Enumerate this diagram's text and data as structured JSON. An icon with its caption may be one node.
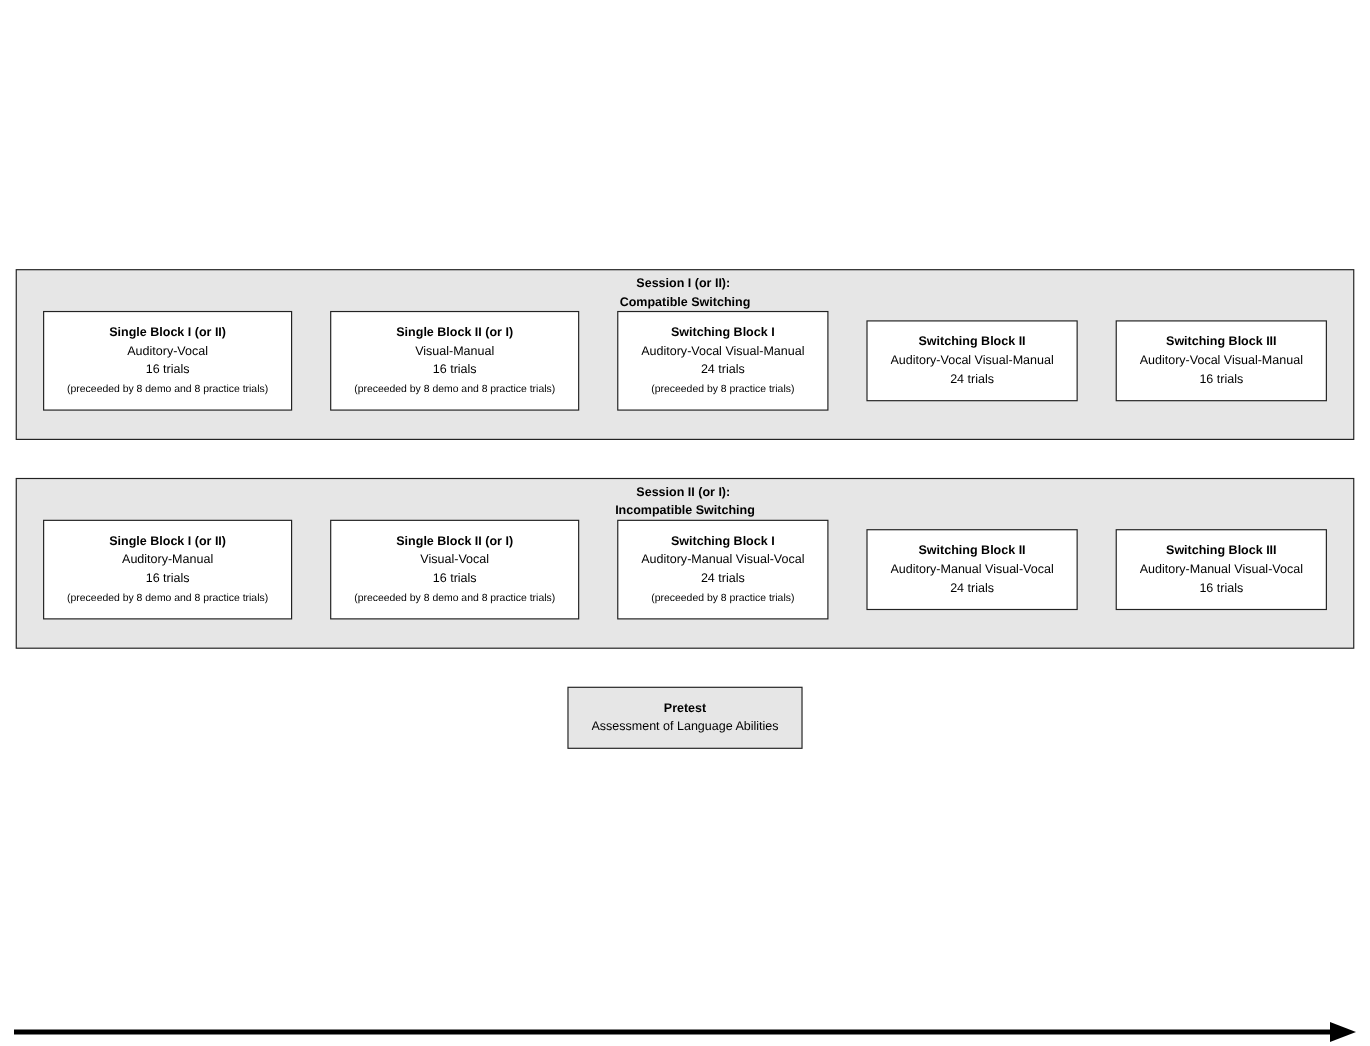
{
  "diagram": {
    "nodes": [
      {
        "text": [
          "Pretest",
          "Assessment of Language Abilities"
        ]
      },
      {
        "text": [
          "Session I (or II): Compatible Switching"
        ]
      },
      {
        "text": [
          "Single Block I (or II)",
          "Auditory-Vocal",
          "16 trials",
          "(preceeded by 8 demo and 8 practice trials)"
        ],
        "in": 1
      },
      {
        "text": [
          "Single Block II (or I)",
          "Visual-Manual",
          "16 trials",
          "(preceeded by 8 demo and 8 practice trials)"
        ],
        "in": 1
      },
      {
        "text": [
          "Switching Block I",
          "Auditory-Vocal Visual-Manual",
          "24 trials",
          "(preceeded by 8 practice trials)"
        ],
        "in": 1
      },
      {
        "text": [
          "Switching Block II",
          "Auditory-Vocal Visual-Manual",
          "24 trials"
        ],
        "in": 1
      },
      {
        "text": [
          "Switching Block III",
          "Auditory-Vocal Visual-Manual",
          "16 trials"
        ],
        "in": 1
      },
      {
        "text": [
          "Session II (or I): Incompatible Switching"
        ]
      },
      {
        "text": [
          "Single Block I (or II)",
          "Auditory-Manual",
          "16 trials",
          "(preceeded by 8 demo and 8 practice trials)"
        ],
        "in": 7
      },
      {
        "text": [
          "Single Block II (or I)",
          "Visual-Vocal",
          "16 trials",
          "(preceeded by 8 demo and 8 practice trials)"
        ],
        "in": 7
      },
      {
        "text": [
          "Switching Block I",
          "Auditory-Manual Visual-Vocal",
          "24 trials",
          "(preceeded by 8 practice trials)"
        ],
        "in": 7
      },
      {
        "text": [
          "Switching Block II",
          "Auditory-Manual Visual-Vocal",
          "24 trials"
        ],
        "in": 7
      },
      {
        "text": [
          "Switching Block III",
          "Auditory-Manual Visual-Vocal",
          "16 trials"
        ],
        "in": 7
      }
    ],
    "edges": []
  }
}
